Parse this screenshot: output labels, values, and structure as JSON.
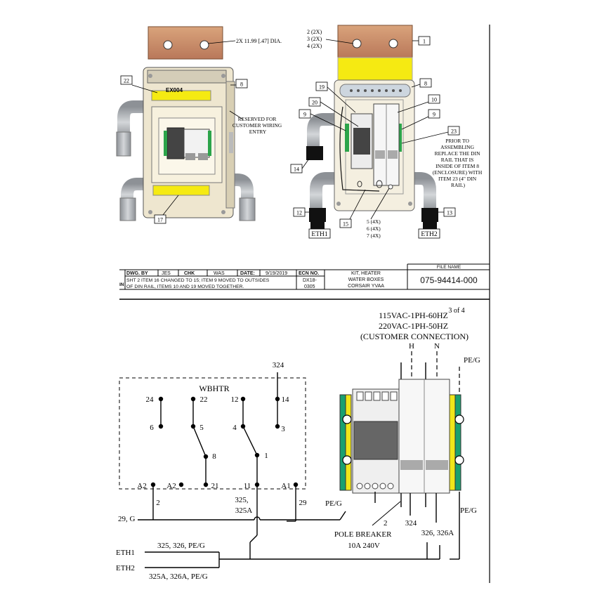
{
  "top_left": {
    "hole_note": "2X 11.99 [.47] DIA.",
    "panel_label": "EX004",
    "callout_22": "22",
    "callout_8": "8",
    "callout_17": "17",
    "reserved_note_lines": [
      "RESERVED FOR",
      "CUSTOMER WIRING",
      "ENTRY"
    ]
  },
  "top_right": {
    "qty_lines": [
      "2 (2X)",
      "3 (2X)",
      "4 (2X)"
    ],
    "callout_1": "1",
    "callout_8": "8",
    "callout_19": "19",
    "callout_20": "20",
    "callout_9a": "9",
    "callout_10": "10",
    "callout_9b": "9",
    "callout_23": "23",
    "callout_14": "14",
    "callout_12": "12",
    "callout_13": "13",
    "callout_15": "15",
    "qty2_lines": [
      "5 (4X)",
      "6 (4X)",
      "7 (4X)"
    ],
    "eth1": "ETH1",
    "eth2": "ETH2",
    "din_note_lines": [
      "PRIOR TO",
      "ASSEMBLING",
      "REPLACE THE DIN",
      "RAIL THAT IS",
      "INSIDE OF ITEM 8",
      "(ENCLOSURE) WITH",
      "ITEM 23 (4\" DIN",
      "RAIL)"
    ]
  },
  "title_block": {
    "dwg_by_label": "DWG. BY",
    "dwg_by": "JES",
    "chk_label": "CHK",
    "chk": "WAS",
    "date_label": "DATE:",
    "date": "9/19/2019",
    "note_line1": "SHT 2 ITEM 16 CHANGED TO 15; ITEM 9 MOVED TO OUTSIDES",
    "note_line2": "OF DIN RAIL, ITEMS 10 AND 19 MOVED TOGETHER.",
    "ecn_label": "ECN NO.",
    "ecn_line1": "DX18-",
    "ecn_line2": "0305",
    "desc_line1": "KIT, HEATER",
    "desc_line2": "WATER BOXES",
    "desc_line3": "CORSAIR YVAA",
    "file_label": "FILE NAME",
    "file_name": "075-94414-000",
    "side_char": "IN"
  },
  "schematic": {
    "page": "3 of 4",
    "supply_lines": [
      "115VAC-1PH-60HZ",
      "220VAC-1PH-50HZ",
      "(CUSTOMER CONNECTION)"
    ],
    "h": "H",
    "n": "N",
    "peg_top": "PE/G",
    "wire_324": "324",
    "relay_name": "WBHTR",
    "t24": "24",
    "t22": "22",
    "t12": "12",
    "t14": "14",
    "t6": "6",
    "t5": "5",
    "t4": "4",
    "t3": "3",
    "t8": "8",
    "t1": "1",
    "a2a": "A2",
    "a2b": "A2",
    "t21": "21",
    "t11": "11",
    "a1": "A1",
    "w2": "2",
    "w325": "325,",
    "w325a": "325A",
    "w29": "29",
    "w29g": "29, G",
    "peg_left": "PE/G",
    "peg_right": "PE/G",
    "breaker_num": "2",
    "breaker_lines": [
      "POLE BREAKER",
      "10A 240V"
    ],
    "w324b": "324",
    "w326": "326, 326A",
    "eth1": "ETH1",
    "eth2": "ETH2",
    "eth1_wires": "325, 326, PE/G",
    "eth2_wires": "325A, 326A, PE/G"
  }
}
